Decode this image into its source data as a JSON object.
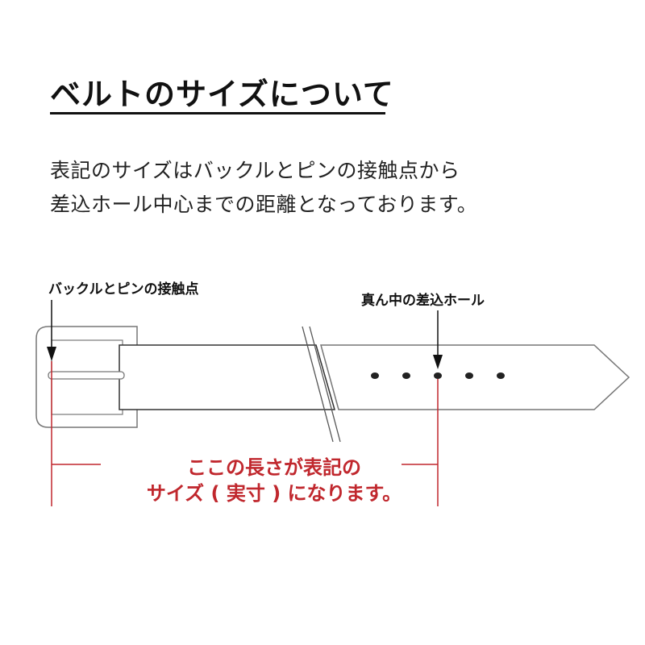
{
  "title": "ベルトのサイズについて",
  "description": [
    "表記のサイズはバックルとピンの接触点から",
    "差込ホール中心までの距離となっております。"
  ],
  "diagram": {
    "buckle_label": "バックルとピンの接触点",
    "hole_label": "真ん中の差込ホール",
    "size_note": [
      "ここの長さが表記の",
      "サイズ ( 実寸 ) になります。"
    ],
    "accent_color": "#c0272d"
  }
}
